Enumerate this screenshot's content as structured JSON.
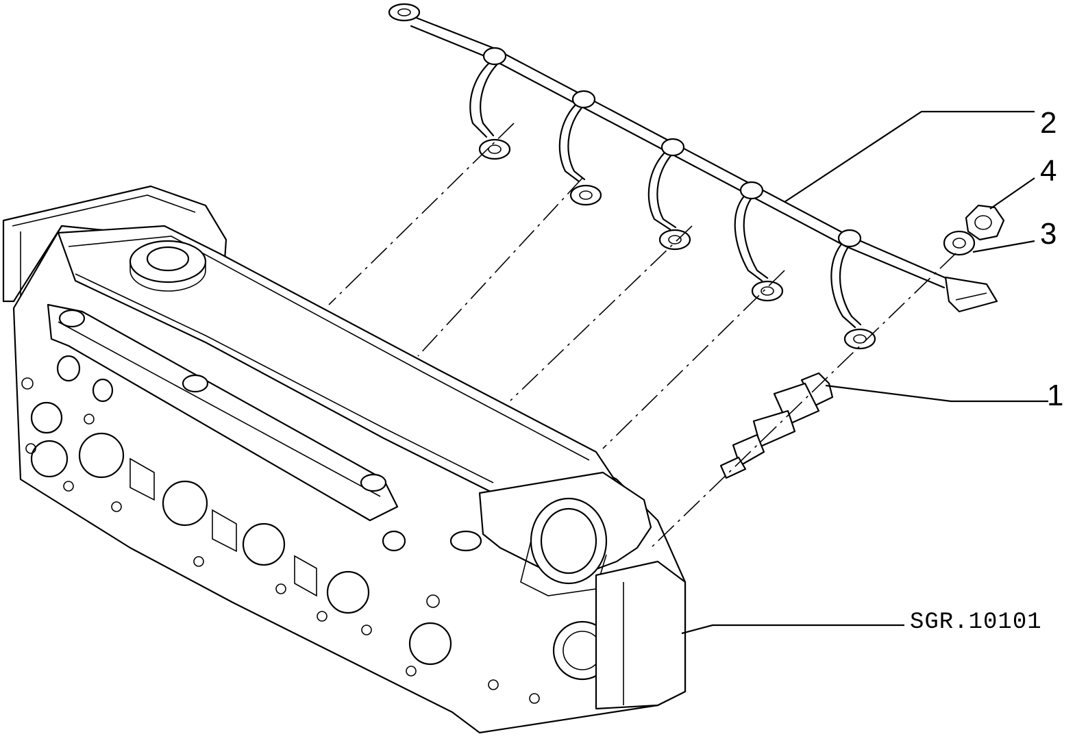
{
  "callouts": {
    "item_1": "1",
    "item_2": "2",
    "item_3": "3",
    "item_4": "4"
  },
  "drawing_code": "SGR.10101"
}
